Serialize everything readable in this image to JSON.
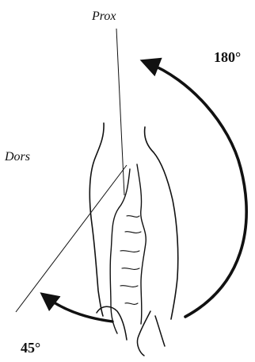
{
  "labels": {
    "prox": "Prox",
    "dors": "Dors",
    "angle_large": "180°",
    "angle_small": "45°"
  },
  "colors": {
    "ink": "#111111",
    "background": "#ffffff"
  }
}
